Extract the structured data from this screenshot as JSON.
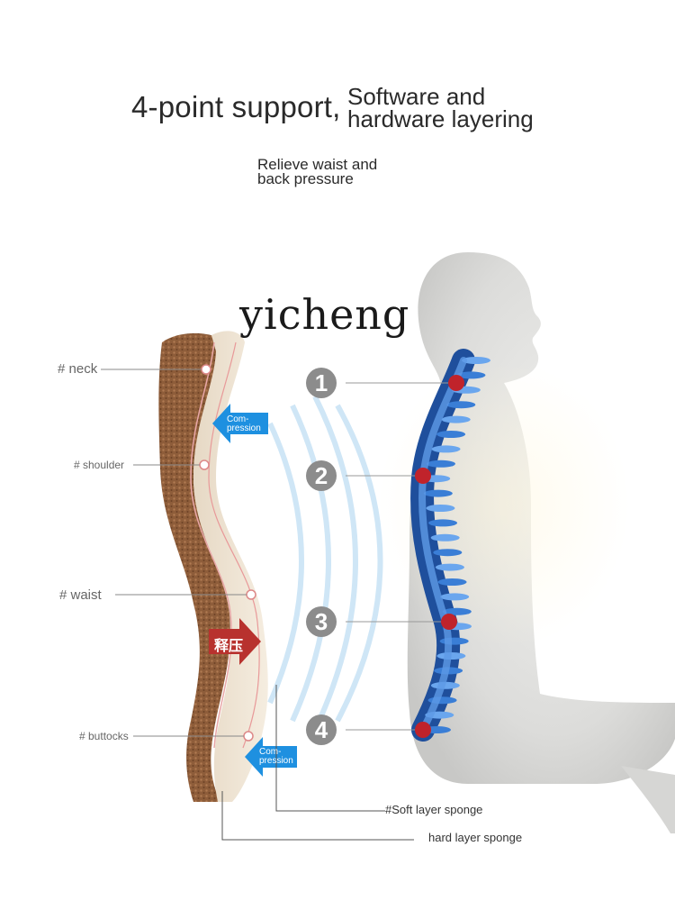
{
  "header": {
    "title_main": "4-point support,",
    "title_side_line1": "Software and",
    "title_side_line2": "hardware layering",
    "subtitle_line1": "Relieve waist and",
    "subtitle_line2": "back pressure"
  },
  "watermark": "yicheng",
  "body_points": {
    "neck": "# neck",
    "shoulder": "# shoulder",
    "waist": "# waist",
    "buttocks": "# buttocks"
  },
  "arrows": {
    "compression_top_line1": "Com-",
    "compression_top_line2": "pression",
    "release": "释压",
    "compression_bottom_line1": "Com-",
    "compression_bottom_line2": "pression"
  },
  "support_numbers": [
    "1",
    "2",
    "3",
    "4"
  ],
  "layers": {
    "soft": "#Soft layer sponge",
    "hard": "hard layer sponge"
  },
  "colors": {
    "foam": "#efe4d4",
    "hard_layer": "#8e5d3a",
    "spine": "#2e6ec6",
    "point": "#c0232b",
    "release_arrow": "#b8322e",
    "compression_arrow": "#1e90e0"
  }
}
